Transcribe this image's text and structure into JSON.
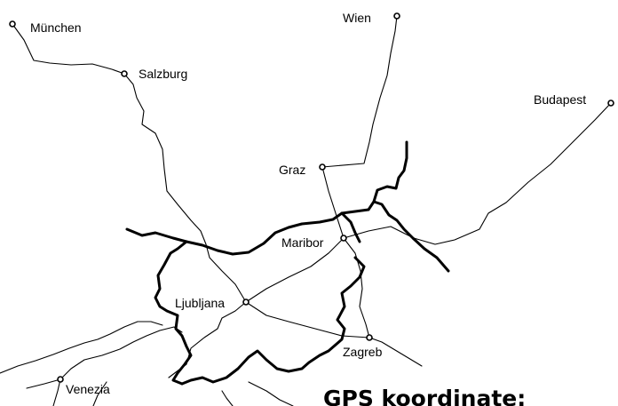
{
  "map": {
    "cities": [
      {
        "id": "munchen",
        "name": "München"
      },
      {
        "id": "salzburg",
        "name": "Salzburg"
      },
      {
        "id": "wien",
        "name": "Wien"
      },
      {
        "id": "budapest",
        "name": "Budapest"
      },
      {
        "id": "graz",
        "name": "Graz"
      },
      {
        "id": "maribor",
        "name": "Maribor"
      },
      {
        "id": "ljubljana",
        "name": "Ljubljana"
      },
      {
        "id": "zagreb",
        "name": "Zagreb"
      },
      {
        "id": "venezia",
        "name": "Venezia"
      }
    ],
    "heading": "GPS koordinate:"
  }
}
